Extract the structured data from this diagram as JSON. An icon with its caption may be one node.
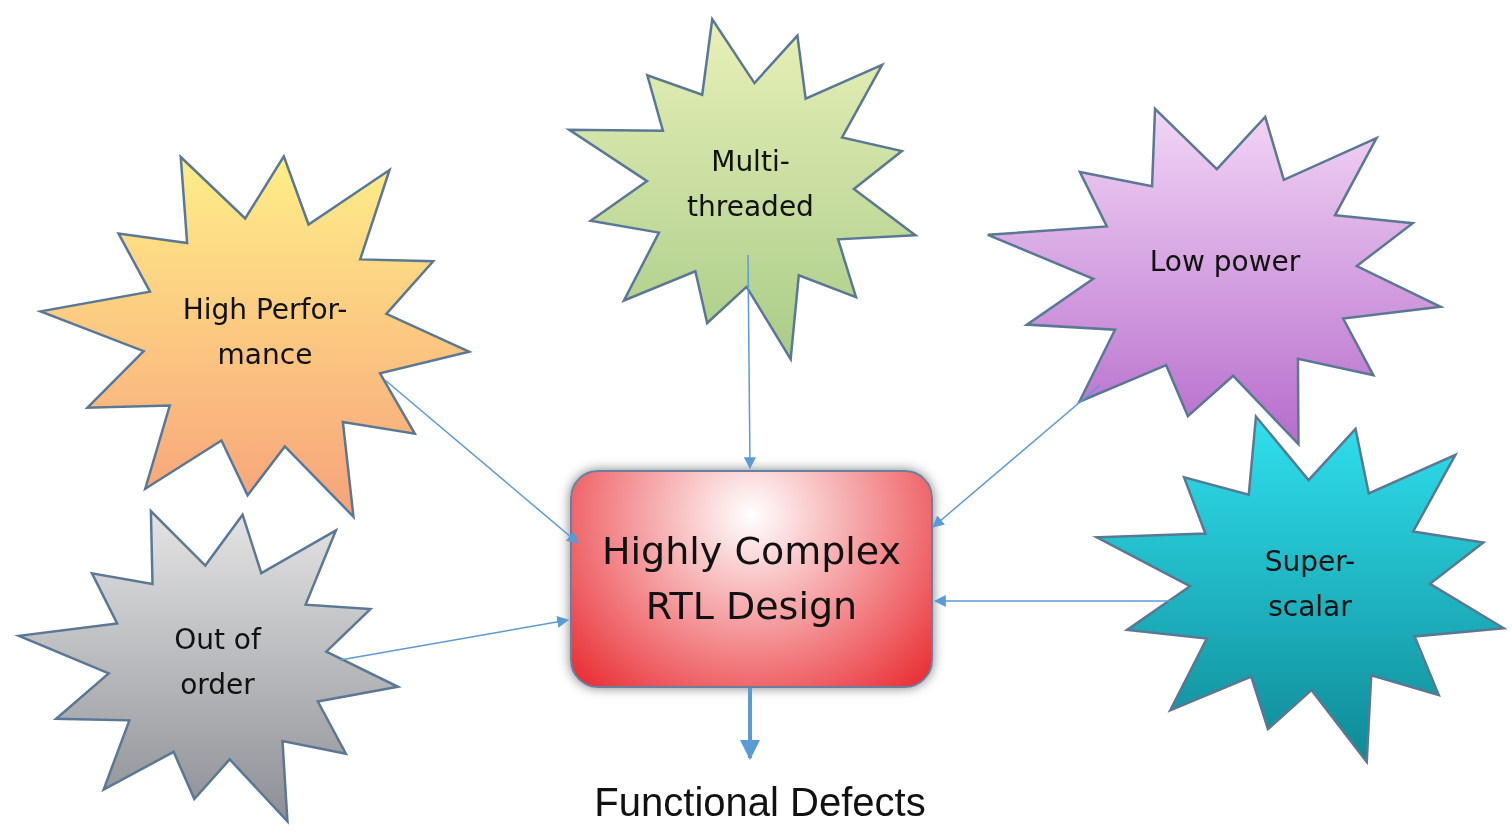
{
  "diagram": {
    "nodes": [
      {
        "text": [
          "High Perfor- mance"
        ]
      },
      {
        "text": [
          "Multi- threaded"
        ]
      },
      {
        "text": [
          "Low power"
        ]
      },
      {
        "text": [
          "Out of order"
        ]
      },
      {
        "text": [
          "Super- scalar"
        ]
      },
      {
        "text": [
          "Highly Complex RTL Design"
        ]
      },
      {
        "text": [
          "Functional Defects"
        ]
      }
    ],
    "edges": [
      {
        "from": 0,
        "to": 5,
        "arrow": "to"
      },
      {
        "from": 1,
        "to": 5,
        "arrow": "to"
      },
      {
        "from": 2,
        "to": 5,
        "arrow": "to"
      },
      {
        "from": 3,
        "to": 5,
        "arrow": "to"
      },
      {
        "from": 4,
        "to": 5,
        "arrow": "to"
      },
      {
        "from": 5,
        "to": 6,
        "arrow": "to",
        "style": "thick"
      }
    ]
  }
}
